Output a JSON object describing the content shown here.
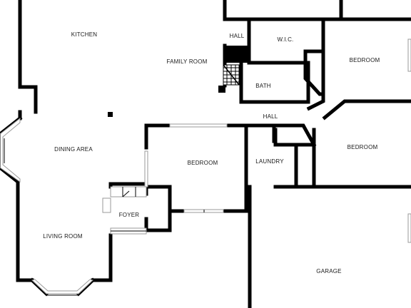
{
  "floor_plan": {
    "rooms": {
      "kitchen": "KITCHEN",
      "family_room": "FAMILY ROOM",
      "hall_upper": "HALL",
      "wic": "W.I.C.",
      "bedroom_top_right": "BEDROOM",
      "bath": "BATH",
      "hall_mid": "HALL",
      "dining_area": "DINING AREA",
      "bedroom_center": "BEDROOM",
      "laundry": "LAUNDRY",
      "bedroom_right": "BEDROOM",
      "foyer": "FOYER",
      "living_room": "LIVING ROOM",
      "garage": "GARAGE"
    },
    "colors": {
      "wall": "#000000",
      "window": "#9a9a9a",
      "background": "#ffffff"
    }
  }
}
